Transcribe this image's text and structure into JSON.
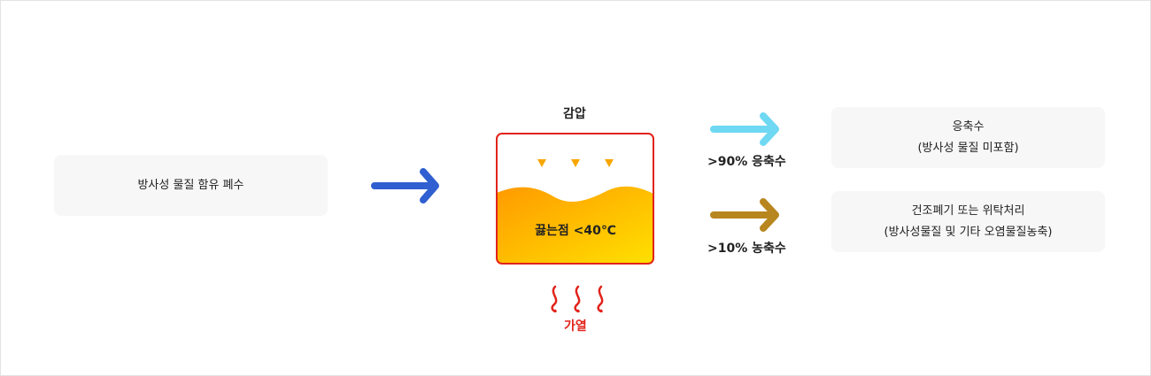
{
  "source": {
    "label": "방사성 물질 함유 폐수"
  },
  "vessel": {
    "top_label": "감압",
    "liquid_label": "끓는점 <40℃",
    "heat_label": "가열"
  },
  "outputs": [
    {
      "arrow_label": ">90% 응축수",
      "line1": "응축수",
      "line2": "(방사성 물질 미포함)"
    },
    {
      "arrow_label": ">10% 농축수",
      "line1": "건조폐기 또는 위탁처리",
      "line2": "(방사성물질 및 기타 오염물질농축)"
    }
  ],
  "colors": {
    "main_arrow": "#2f5fd0",
    "arrow_90": "#6fd8f2",
    "arrow_10": "#b8861e",
    "vessel_border": "#e2231a",
    "liquid_top": "#ff9a00",
    "liquid_bottom": "#ffe100",
    "heat": "#e2231a",
    "droplet": "#f7a600"
  },
  "icons": [
    "arrow-right-icon",
    "droplet-icon",
    "heat-wave-icon"
  ]
}
